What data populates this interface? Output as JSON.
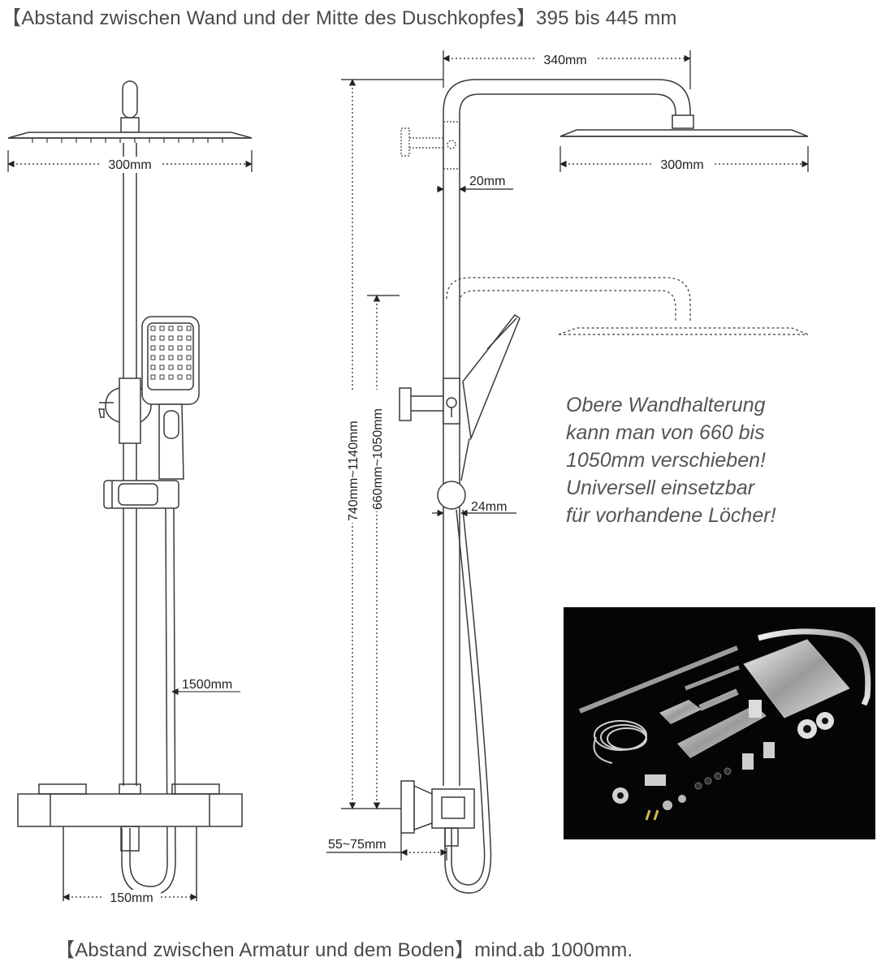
{
  "header": {
    "text": "【Abstand zwischen Wand und der Mitte des Duschkopfes】395 bis 445 mm"
  },
  "footer": {
    "text": "【Abstand zwischen Armatur und dem Boden】mind.ab 1000mm."
  },
  "front_view": {
    "head_width_label": "300mm",
    "hose_length_label": "1500mm",
    "inlet_spacing_label": "150mm"
  },
  "side_view": {
    "arm_reach_label": "340mm",
    "head_width_label": "300mm",
    "pipe_diameter_label": "20mm",
    "lower_pipe_diameter_label": "24mm",
    "total_height_label": "740mm~1140mm",
    "bracket_range_label": "660mm~1050mm",
    "wall_offset_label": "55~75mm"
  },
  "note": {
    "lines": [
      "Obere Wandhalterung",
      "kann man von 660 bis",
      "1050mm verschieben!",
      "Universell einsetzbar",
      "für vorhandene Löcher!"
    ]
  },
  "colors": {
    "line": "#3a3a3a",
    "photo_background": "#050505",
    "chrome": "#d9d9d9"
  }
}
